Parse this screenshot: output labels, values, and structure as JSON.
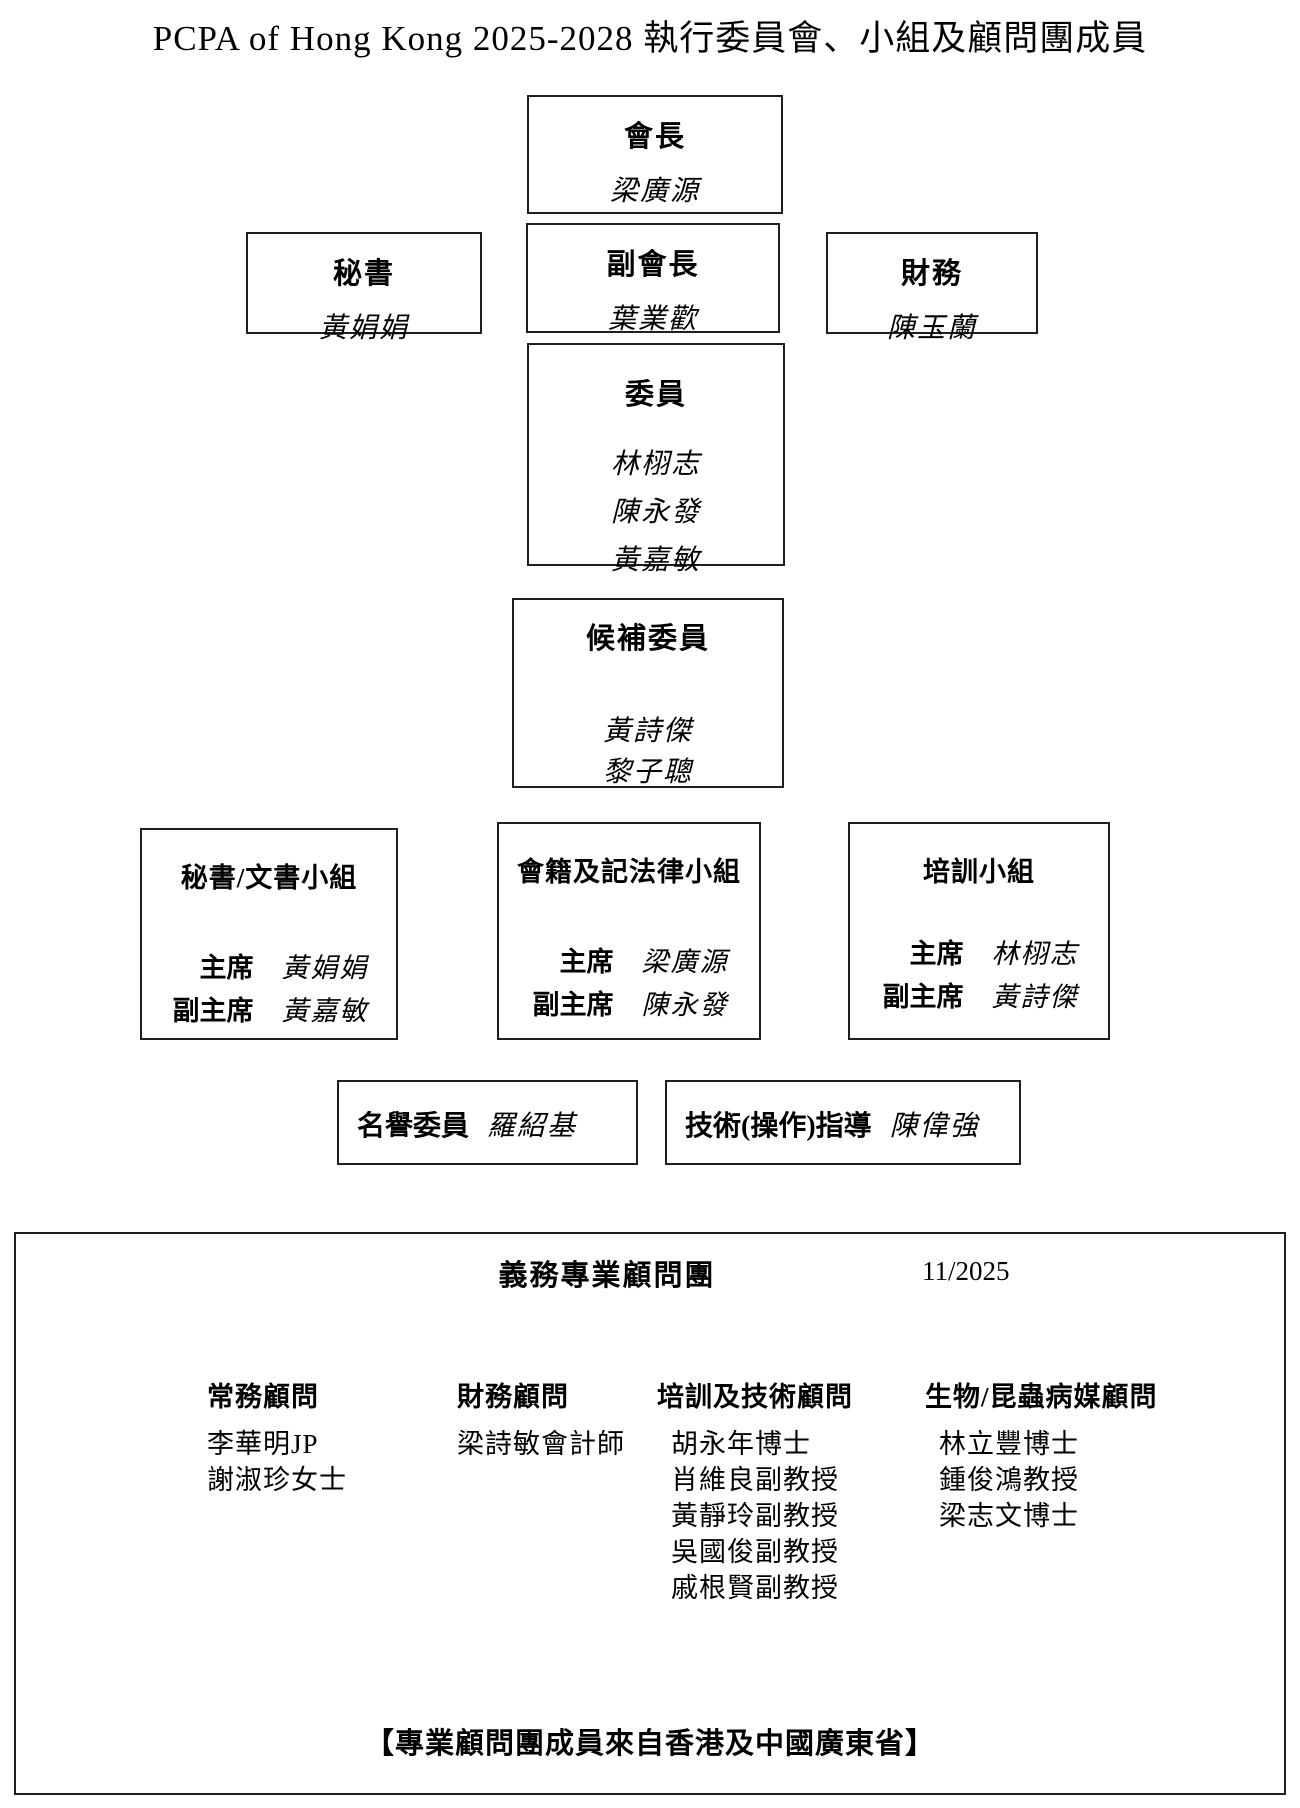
{
  "colors": {
    "background": "#ffffff",
    "text": "#000000",
    "border": "#1f1f1f"
  },
  "title": "PCPA of Hong Kong 2025-2028 執行委員會、小組及顧問團成員",
  "boxes": {
    "president": {
      "title": "會長",
      "name": "梁廣源"
    },
    "secretary": {
      "title": "秘書",
      "name": "黃娟娟"
    },
    "vice_president": {
      "title": "副會長",
      "name": "葉業歡"
    },
    "treasurer": {
      "title": "財務",
      "name": "陳玉蘭"
    },
    "members": {
      "title": "委員",
      "names": [
        "林栩志",
        "陳永發",
        "黃嘉敏"
      ]
    },
    "alternates": {
      "title": "候補委員",
      "names": [
        "黃詩傑",
        "黎子聰"
      ]
    }
  },
  "subgroups": [
    {
      "title": "秘書/文書小組",
      "rows": [
        {
          "label": "主席",
          "name": "黃娟娟"
        },
        {
          "label": "副主席",
          "name": "黃嘉敏"
        }
      ]
    },
    {
      "title": "會籍及記法律小組",
      "rows": [
        {
          "label": "主席",
          "name": "梁廣源"
        },
        {
          "label": "副主席",
          "name": "陳永發"
        }
      ]
    },
    {
      "title": "培訓小組",
      "rows": [
        {
          "label": "主席",
          "name": "林栩志"
        },
        {
          "label": "副主席",
          "name": "黃詩傑"
        }
      ]
    }
  ],
  "honorary": {
    "label": "名譽委員",
    "name": "羅紹基"
  },
  "technical_guidance": {
    "label": "技術(操作)指導",
    "name": "陳偉強"
  },
  "advisors": {
    "title": "義務專業顧問團",
    "date": "11/2025",
    "columns": [
      {
        "header": "常務顧問",
        "members": [
          "李華明JP",
          "謝淑珍女士"
        ]
      },
      {
        "header": "財務顧問",
        "members": [
          "梁詩敏會計師"
        ]
      },
      {
        "header": "培訓及技術顧問",
        "members": [
          "胡永年博士",
          "肖維良副教授",
          "黃靜玲副教授",
          "吳國俊副教授",
          "戚根賢副教授"
        ]
      },
      {
        "header": "生物/昆蟲病媒顧問",
        "members": [
          "林立豐博士",
          "鍾俊鴻教授",
          "梁志文博士"
        ]
      }
    ],
    "footnote": "【專業顧問團成員來自香港及中國廣東省】"
  }
}
